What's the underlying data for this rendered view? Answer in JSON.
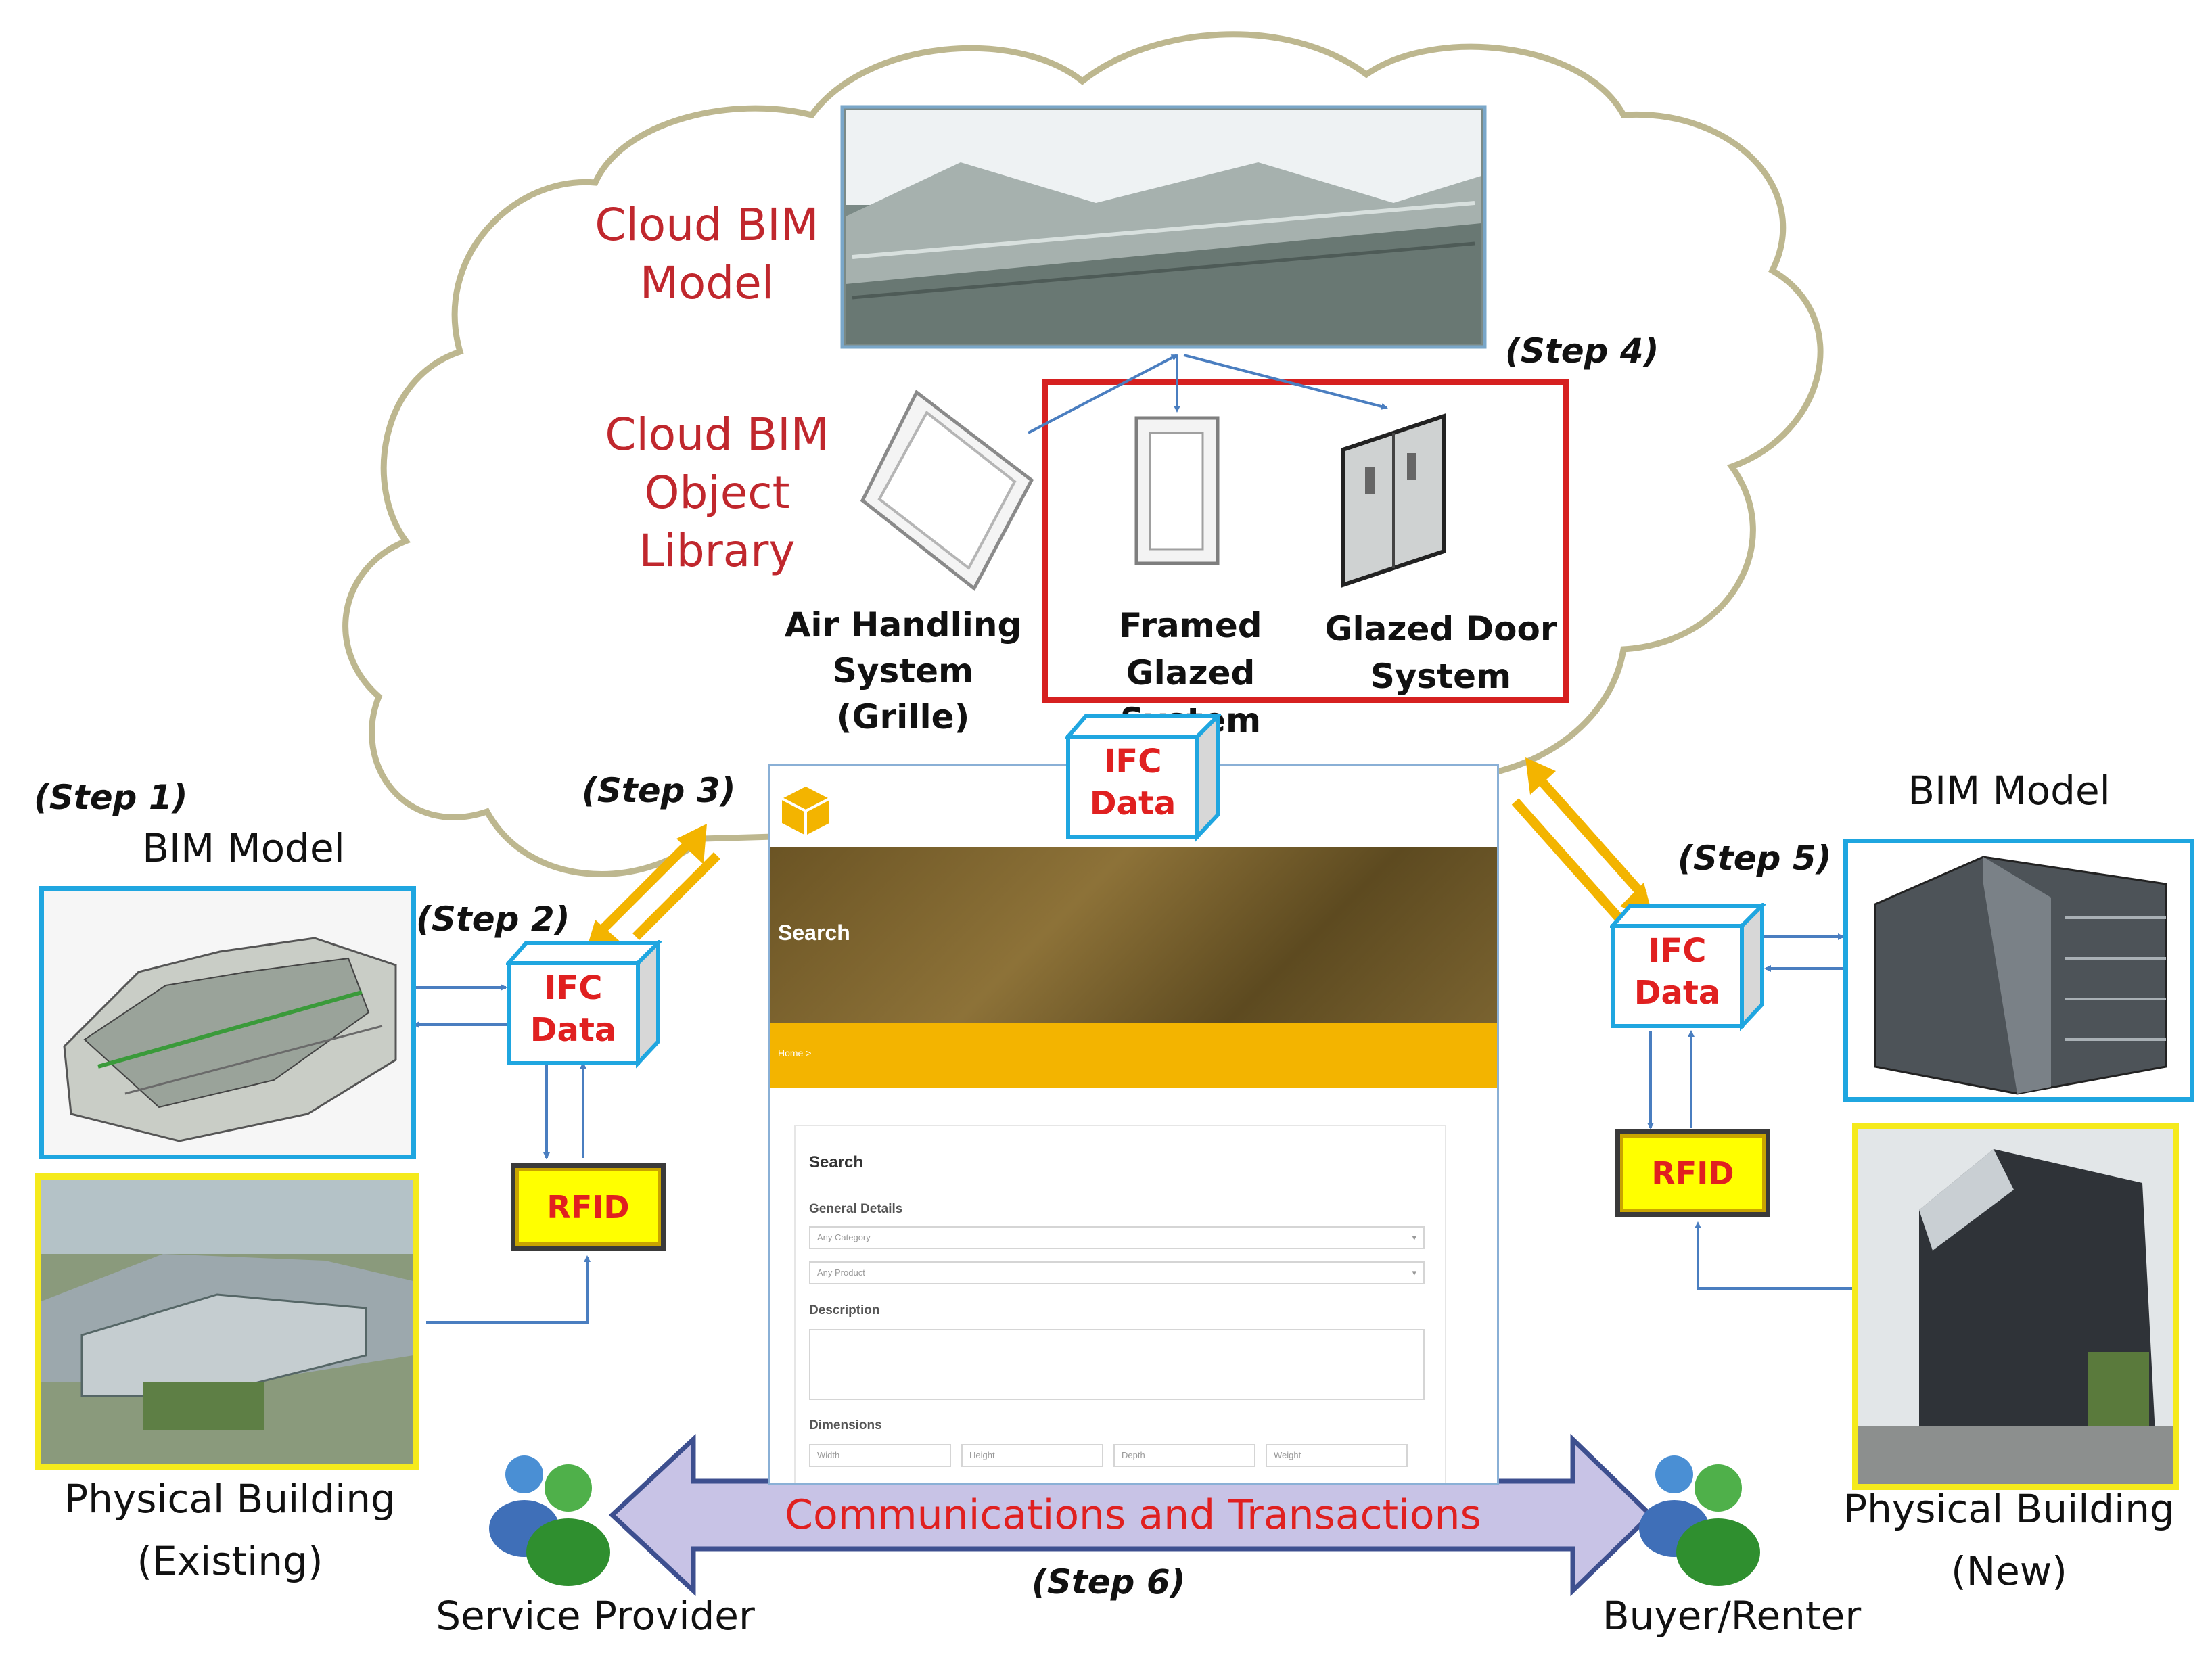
{
  "cloud": {
    "model_label_line1": "Cloud BIM",
    "model_label_line2": "Model",
    "library_label_line1": "Cloud BIM",
    "library_label_line2": "Object",
    "library_label_line3": "Library"
  },
  "objects": {
    "air_handling_line1": "Air Handling",
    "air_handling_line2": "System (Grille)",
    "framed_line1": "Framed",
    "framed_line2": "Glazed System",
    "glazed_door_line1": "Glazed Door",
    "glazed_door_line2": "System"
  },
  "steps": {
    "step1": "(Step 1)",
    "step2": "(Step 2)",
    "step3": "(Step 3)",
    "step4": "(Step 4)",
    "step5": "(Step 5)",
    "step6": "(Step 6)"
  },
  "ifc": {
    "line1": "IFC",
    "line2": "Data"
  },
  "rfid": "RFID",
  "left": {
    "bim_model": "BIM Model",
    "physical_line1": "Physical Building",
    "physical_line2": "(Existing)"
  },
  "right": {
    "bim_model": "BIM Model",
    "physical_line1": "Physical Building",
    "physical_line2": "(New)"
  },
  "portal": {
    "banner_title": "Search",
    "breadcrumb": "Home  >",
    "form_title": "Search",
    "general_details": "General Details",
    "select1": "Any Category",
    "select2": "Any Product",
    "description": "Description",
    "dimensions": "Dimensions",
    "dim_fields": [
      "Width",
      "Height",
      "Depth",
      "Weight"
    ]
  },
  "communications": "Communications and Transactions",
  "service_provider": "Service Provider",
  "buyer": "Buyer/Renter",
  "colors": {
    "cloud_outline": "#bdb78f",
    "ifc_border": "#1fa6e0",
    "arrow_yellow": "#f3b400",
    "connector_blue": "#4a7ec0",
    "red_frame": "#d62020",
    "comm_arrow_fill": "#c8c3e6",
    "comm_arrow_border": "#3d4f8f",
    "label_red": "#c0272d"
  }
}
